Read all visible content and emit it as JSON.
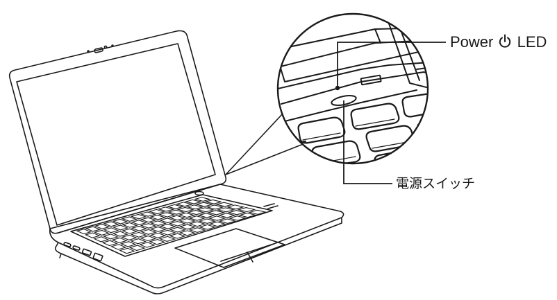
{
  "diagram": {
    "callouts": {
      "power_led": {
        "prefix": "Power",
        "icon": "power-symbol-icon",
        "suffix": "LED"
      },
      "power_switch": {
        "label": "電源スイッチ"
      }
    },
    "colors": {
      "line": "#1a1a1a",
      "screen": "#ffffff",
      "background": "#ffffff"
    }
  }
}
